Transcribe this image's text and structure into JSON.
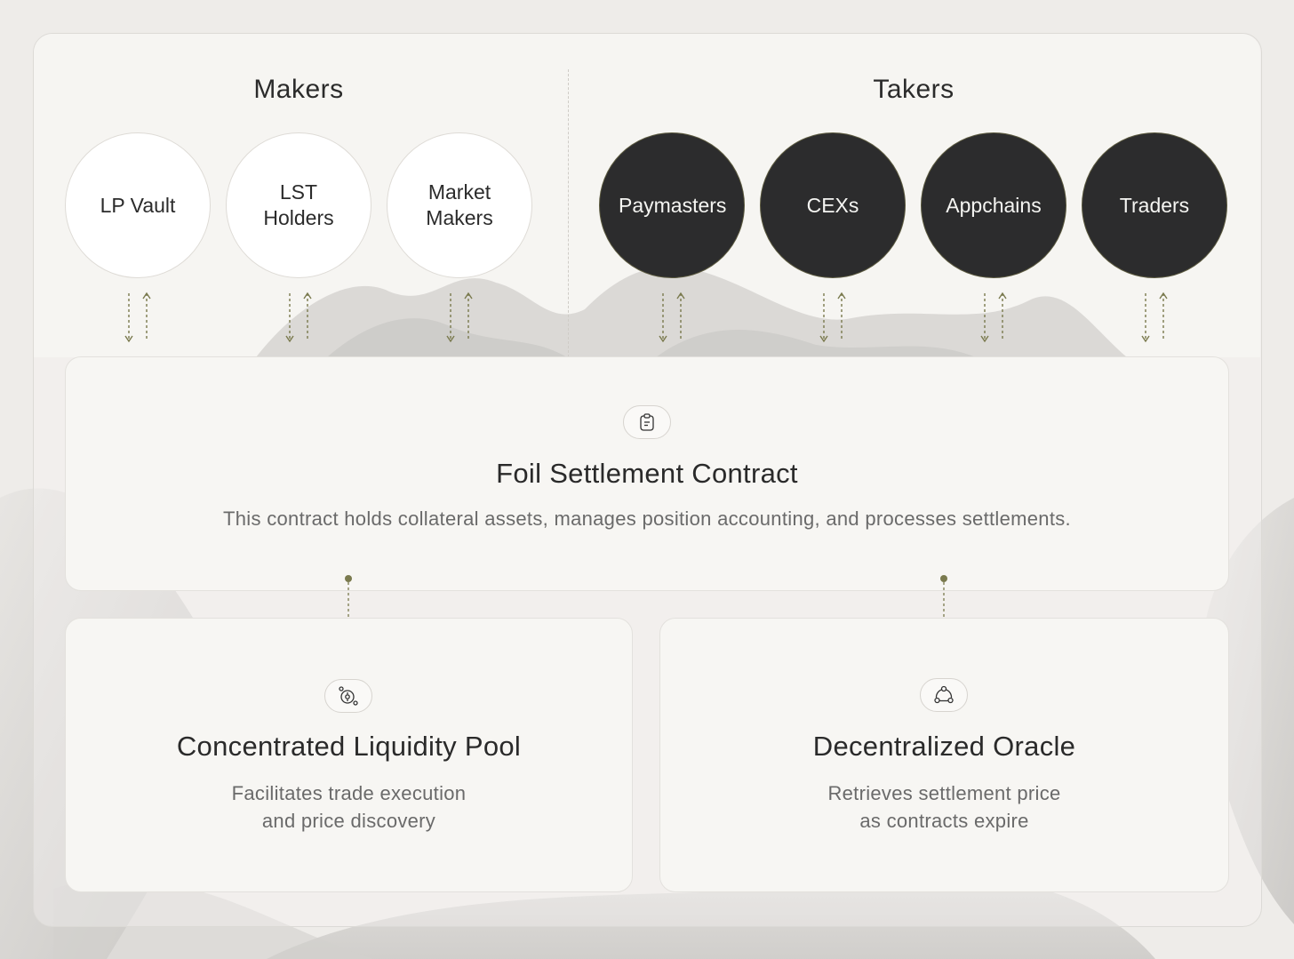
{
  "makers": {
    "title": "Makers",
    "items": [
      "LP Vault",
      "LST\nHolders",
      "Market\nMakers"
    ]
  },
  "takers": {
    "title": "Takers",
    "items": [
      "Paymasters",
      "CEXs",
      "Appchains",
      "Traders"
    ]
  },
  "settlement": {
    "icon": "clipboard-icon",
    "title": "Foil Settlement Contract",
    "description": "This contract holds collateral assets, manages position accounting, and processes settlements."
  },
  "pool": {
    "icon": "liquidity-pool-icon",
    "title": "Concentrated Liquidity Pool",
    "description_line1": "Facilitates trade execution",
    "description_line2": "and price discovery"
  },
  "oracle": {
    "icon": "oracle-network-icon",
    "title": "Decentralized Oracle",
    "description_line1": "Retrieves settlement price",
    "description_line2": "as contracts expire"
  },
  "colors": {
    "accent": "#7a7a4e",
    "taker_fill": "#2c2c2d",
    "maker_fill": "#ffffff",
    "card_bg": "#f7f6f3"
  }
}
